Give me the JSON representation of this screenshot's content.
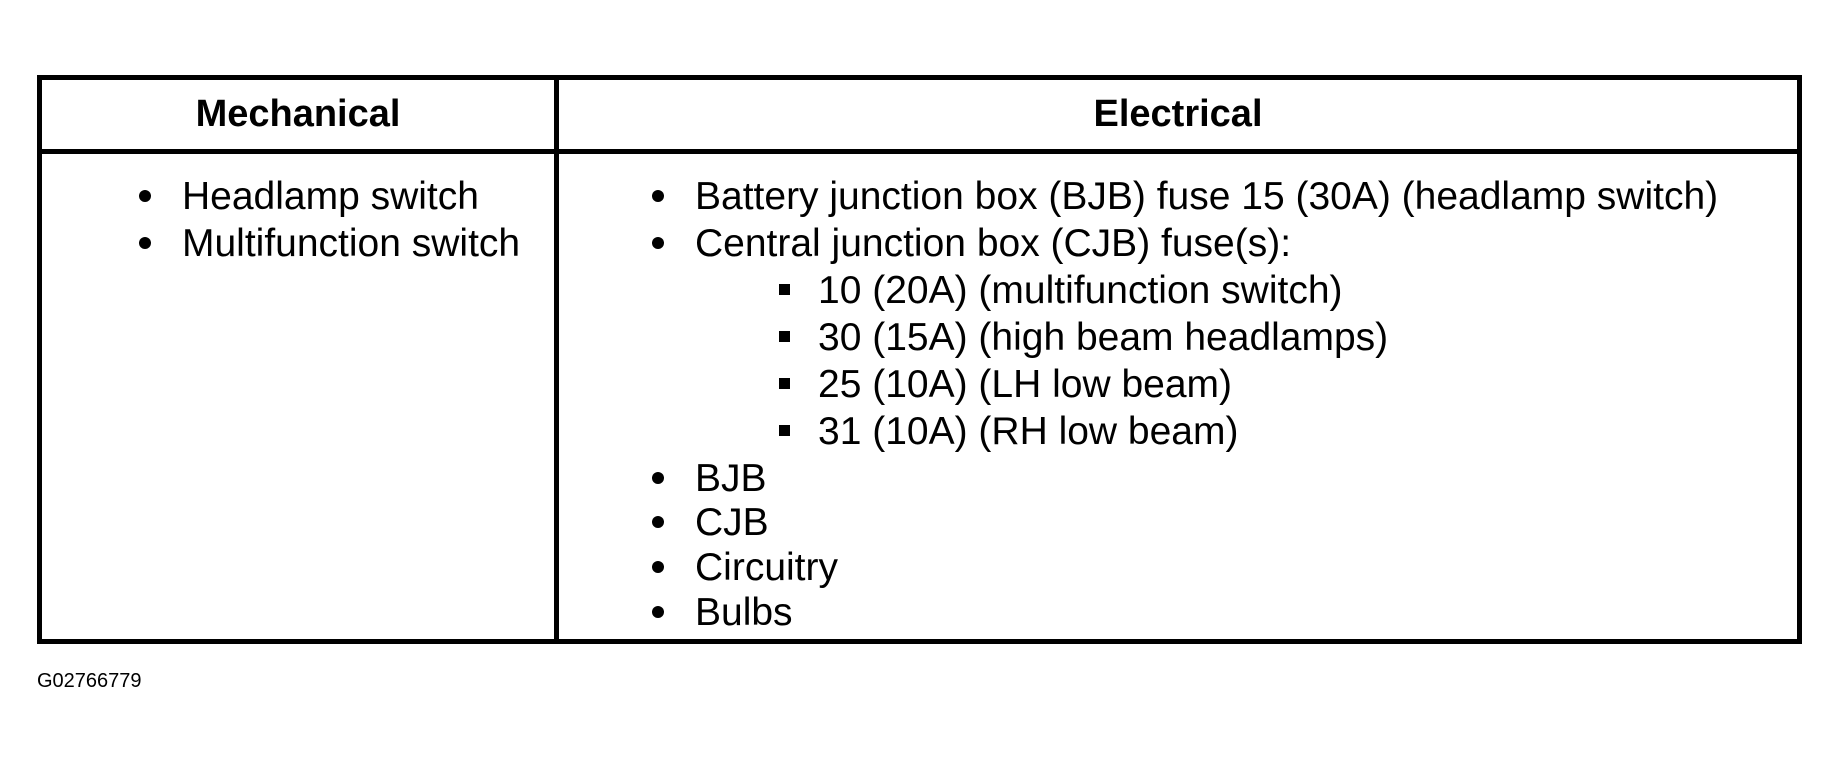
{
  "table": {
    "headers": {
      "mechanical": "Mechanical",
      "electrical": "Electrical"
    },
    "mechanical_items": [
      "Headlamp switch",
      "Multifunction switch"
    ],
    "electrical_items": [
      "Battery junction box (BJB) fuse 15 (30A) (headlamp switch)",
      "Central junction box (CJB) fuse(s):",
      "BJB",
      "CJB",
      "Circuitry",
      "Bulbs"
    ],
    "cjb_fuses": [
      "10 (20A) (multifunction switch)",
      "30 (15A) (high beam headlamps)",
      "25 (10A) (LH low beam)",
      "31 (10A) (RH low beam)"
    ]
  },
  "figure_id": "G02766779"
}
